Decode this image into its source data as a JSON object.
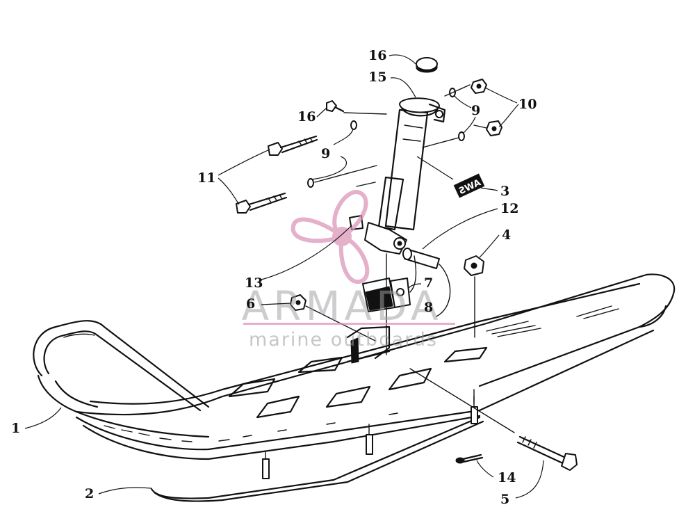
{
  "diagram": {
    "callouts": [
      {
        "id": "1",
        "label": "1"
      },
      {
        "id": "2",
        "label": "2"
      },
      {
        "id": "3",
        "label": "3"
      },
      {
        "id": "4",
        "label": "4"
      },
      {
        "id": "5",
        "label": "5"
      },
      {
        "id": "6",
        "label": "6"
      },
      {
        "id": "7",
        "label": "7"
      },
      {
        "id": "8",
        "label": "8"
      },
      {
        "id": "9a",
        "label": "9"
      },
      {
        "id": "9b",
        "label": "9"
      },
      {
        "id": "10",
        "label": "10"
      },
      {
        "id": "11",
        "label": "11"
      },
      {
        "id": "12",
        "label": "12"
      },
      {
        "id": "13",
        "label": "13"
      },
      {
        "id": "14",
        "label": "14"
      },
      {
        "id": "15",
        "label": "15"
      },
      {
        "id": "16a",
        "label": "16"
      },
      {
        "id": "16b",
        "label": "16"
      }
    ],
    "shock_decal_text": "AWS"
  },
  "watermark": {
    "title": "ARMADA",
    "subtitle": "marine outboards",
    "logo_icon": "propeller-icon",
    "logo_color": "#d98fb4",
    "text_color": "#a0a0a4"
  }
}
